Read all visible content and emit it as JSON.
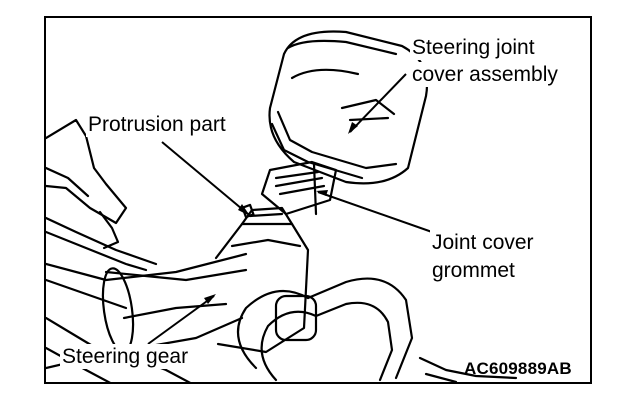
{
  "labels": {
    "cover_assembly_line1": "Steering joint",
    "cover_assembly_line2": "cover assembly",
    "protrusion": "Protrusion part",
    "grommet_line1": "Joint cover",
    "grommet_line2": "grommet",
    "steering_gear": "Steering gear"
  },
  "figure_code": "AC609889AB",
  "colors": {
    "line": "#000000",
    "background": "#ffffff"
  }
}
